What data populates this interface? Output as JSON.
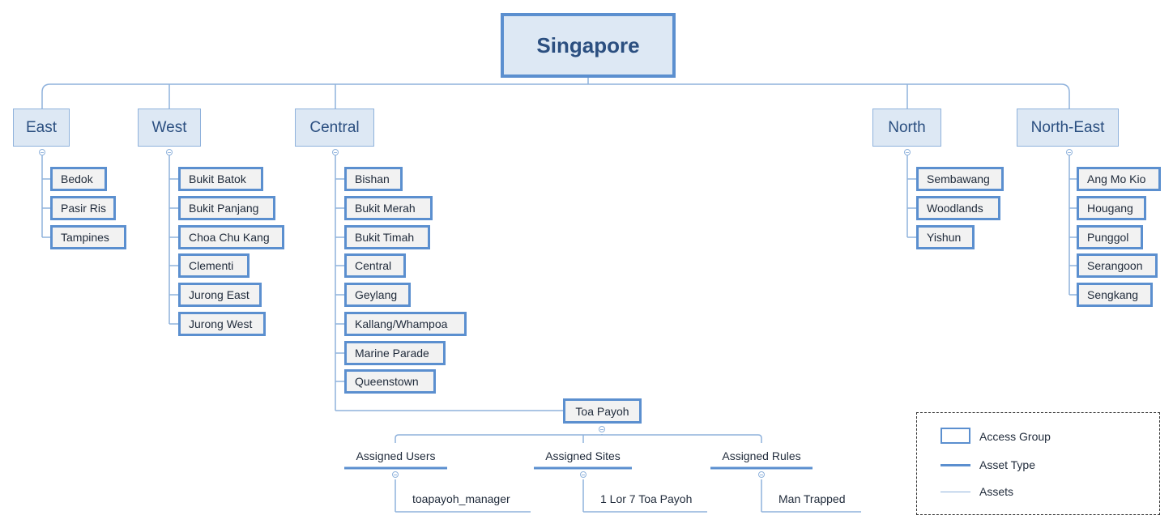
{
  "root": {
    "label": "Singapore"
  },
  "regions": [
    {
      "label": "East",
      "children": [
        "Bedok",
        "Pasir Ris",
        "Tampines"
      ]
    },
    {
      "label": "West",
      "children": [
        "Bukit Batok",
        "Bukit Panjang",
        "Choa Chu Kang",
        "Clementi",
        "Jurong East",
        "Jurong West"
      ]
    },
    {
      "label": "Central",
      "children": [
        "Bishan",
        "Bukit Merah",
        "Bukit Timah",
        "Central",
        "Geylang",
        "Kallang/Whampoa",
        "Marine Parade",
        "Queenstown"
      ]
    },
    {
      "label": "North",
      "children": [
        "Sembawang",
        "Woodlands",
        "Yishun"
      ]
    },
    {
      "label": "North-East",
      "children": [
        "Ang Mo Kio",
        "Hougang",
        "Punggol",
        "Serangoon",
        "Sengkang"
      ]
    }
  ],
  "toa_payoh": {
    "label": "Toa Payoh",
    "asset_types": [
      {
        "label": "Assigned Users",
        "asset": "toapayoh_manager"
      },
      {
        "label": "Assigned Sites",
        "asset": "1 Lor 7 Toa Payoh"
      },
      {
        "label": "Assigned Rules",
        "asset": "Man Trapped"
      }
    ]
  },
  "legend": {
    "access_group": "Access Group",
    "asset_type": "Asset Type",
    "assets": "Assets"
  },
  "colors": {
    "accent": "#5b8fcf",
    "connector": "#8fb2dc",
    "fill": "#dde8f4",
    "leaf_fill": "#f2f2f2"
  }
}
